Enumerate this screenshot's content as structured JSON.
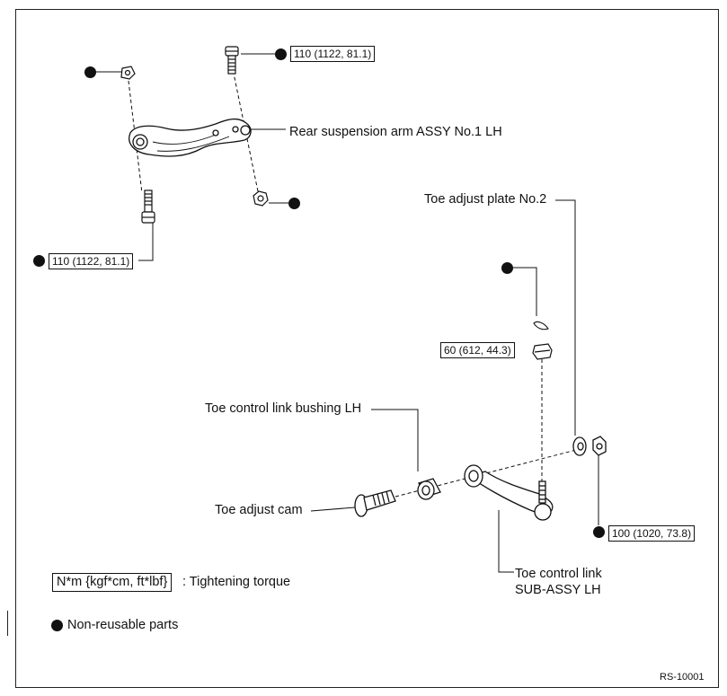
{
  "labels": {
    "rear_arm": "Rear suspension arm ASSY No.1 LH",
    "toe_plate": "Toe adjust plate No.2",
    "toe_bushing": "Toe control link bushing LH",
    "toe_cam": "Toe adjust cam",
    "toe_link_line1": "Toe control link",
    "toe_link_line2": "SUB-ASSY LH"
  },
  "torques": {
    "top_bolt": "110 (1122, 81.1)",
    "lower_bolt": "110 (1122, 81.1)",
    "toe_nut_top": "60 (612, 44.3)",
    "toe_nut_right": "100 (1020, 73.8)"
  },
  "legend": {
    "torque_unit": "N*m {kgf*cm, ft*lbf}",
    "torque_desc": ": Tightening torque",
    "nonreusable": "Non-reusable parts"
  },
  "figure_code": "RS-10001"
}
